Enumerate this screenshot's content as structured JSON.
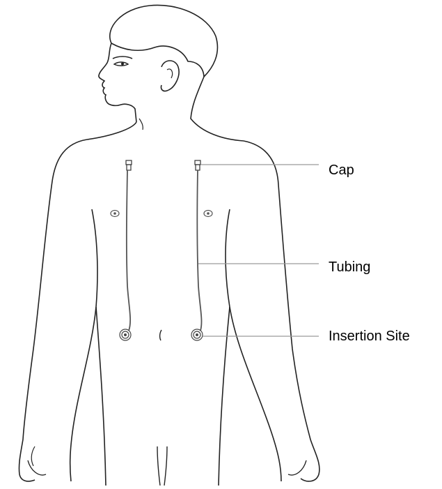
{
  "diagram": {
    "labels": {
      "cap": "Cap",
      "tubing": "Tubing",
      "insertion_site": "Insertion Site"
    },
    "colors": {
      "outline": "#222222",
      "leader_line": "#9a9a9a",
      "tubing": "#555555",
      "background": "#ffffff"
    }
  }
}
